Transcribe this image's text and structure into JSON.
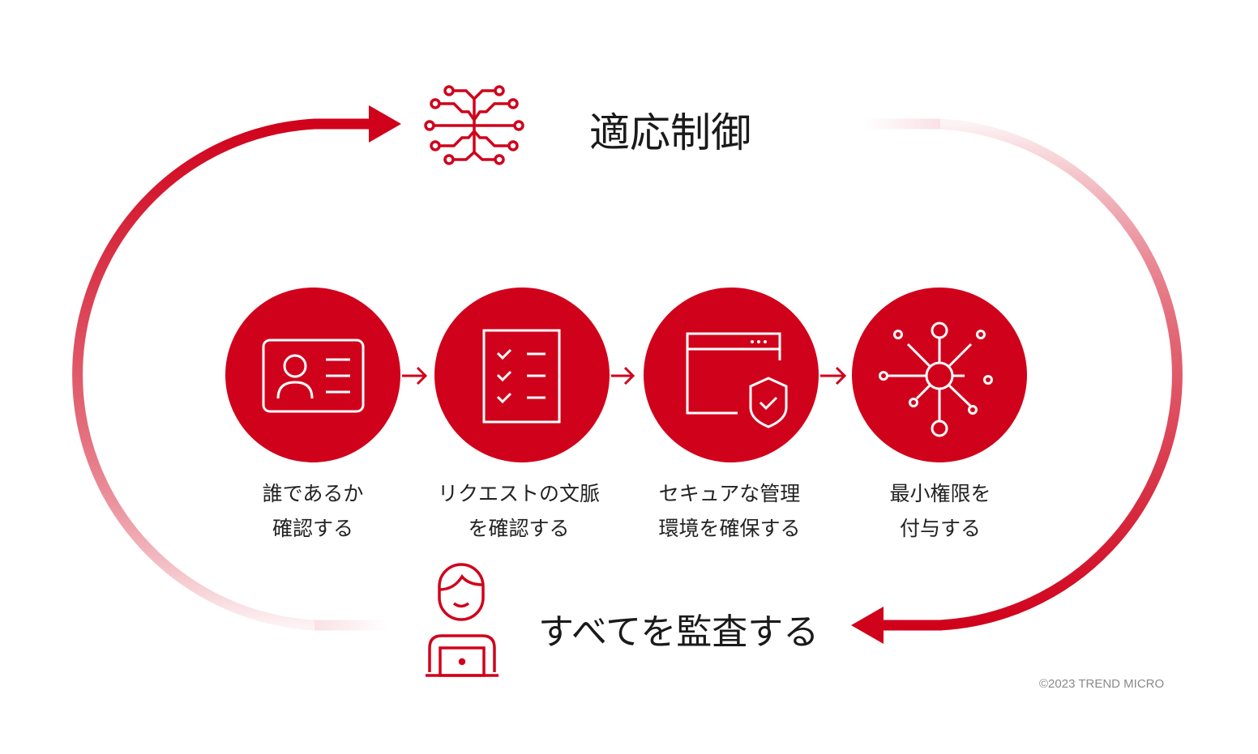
{
  "colors": {
    "accent": "#d0021b"
  },
  "top_title": "適応制御",
  "bottom_title": "すべてを監査する",
  "steps": [
    {
      "icon": "id-card-icon",
      "line1": "誰であるか",
      "line2": "確認する"
    },
    {
      "icon": "checklist-icon",
      "line1": "リクエストの文脈",
      "line2": "を確認する"
    },
    {
      "icon": "secure-window-icon",
      "line1": "セキュアな管理",
      "line2": "環境を確保する"
    },
    {
      "icon": "network-hub-icon",
      "line1": "最小権限を",
      "line2": "付与する"
    }
  ],
  "copyright": "©2023 TREND MICRO"
}
